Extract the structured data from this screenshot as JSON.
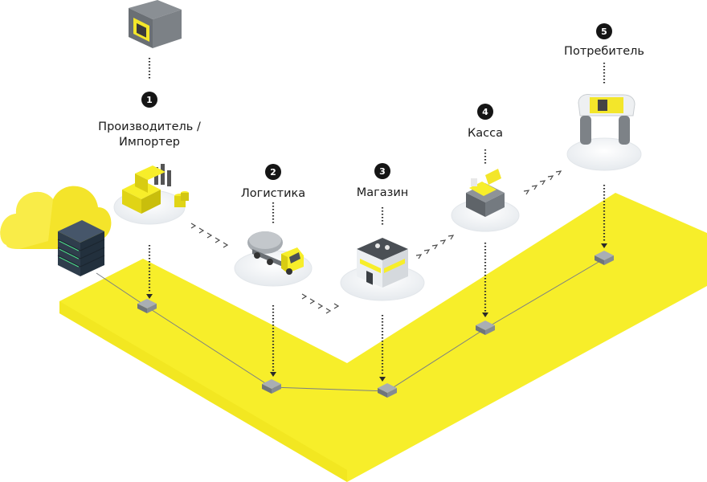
{
  "stages": [
    {
      "number": "1",
      "label_line1": "Производитель /",
      "label_line2": "Импортер"
    },
    {
      "number": "2",
      "label": "Логистика"
    },
    {
      "number": "3",
      "label": "Магазин"
    },
    {
      "number": "4",
      "label": "Касса"
    },
    {
      "number": "5",
      "label": "Потребитель"
    }
  ],
  "colors": {
    "accent": "#f7ee2a",
    "accent_dark": "#e2d715",
    "dark": "#151515",
    "platform": "#eef1f4",
    "grey": "#8a8f94",
    "server": "#2f3d4c"
  }
}
